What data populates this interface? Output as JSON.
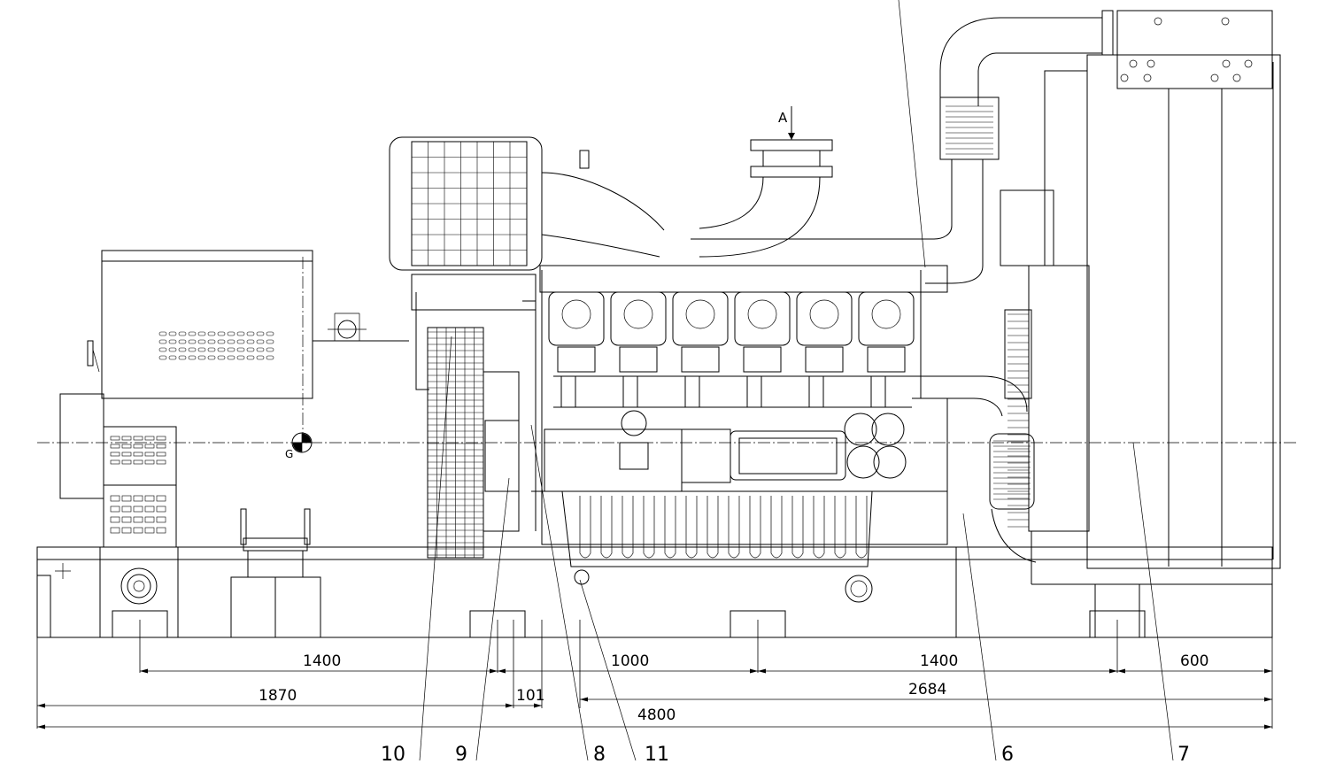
{
  "view_marker": "A",
  "cg_marker": "G",
  "dimensions": [
    {
      "id": "dim-1400-left",
      "text": "1400"
    },
    {
      "id": "dim-1000",
      "text": "1000"
    },
    {
      "id": "dim-1400-right",
      "text": "1400"
    },
    {
      "id": "dim-600",
      "text": "600"
    },
    {
      "id": "dim-1870",
      "text": "1870"
    },
    {
      "id": "dim-101",
      "text": "101"
    },
    {
      "id": "dim-2684",
      "text": "2684"
    },
    {
      "id": "dim-4800",
      "text": "4800"
    }
  ],
  "part_labels": [
    {
      "id": "part-10",
      "text": "10"
    },
    {
      "id": "part-9",
      "text": "9"
    },
    {
      "id": "part-8",
      "text": "8"
    },
    {
      "id": "part-11",
      "text": "11"
    },
    {
      "id": "part-6",
      "text": "6"
    },
    {
      "id": "part-7",
      "text": "7"
    }
  ]
}
